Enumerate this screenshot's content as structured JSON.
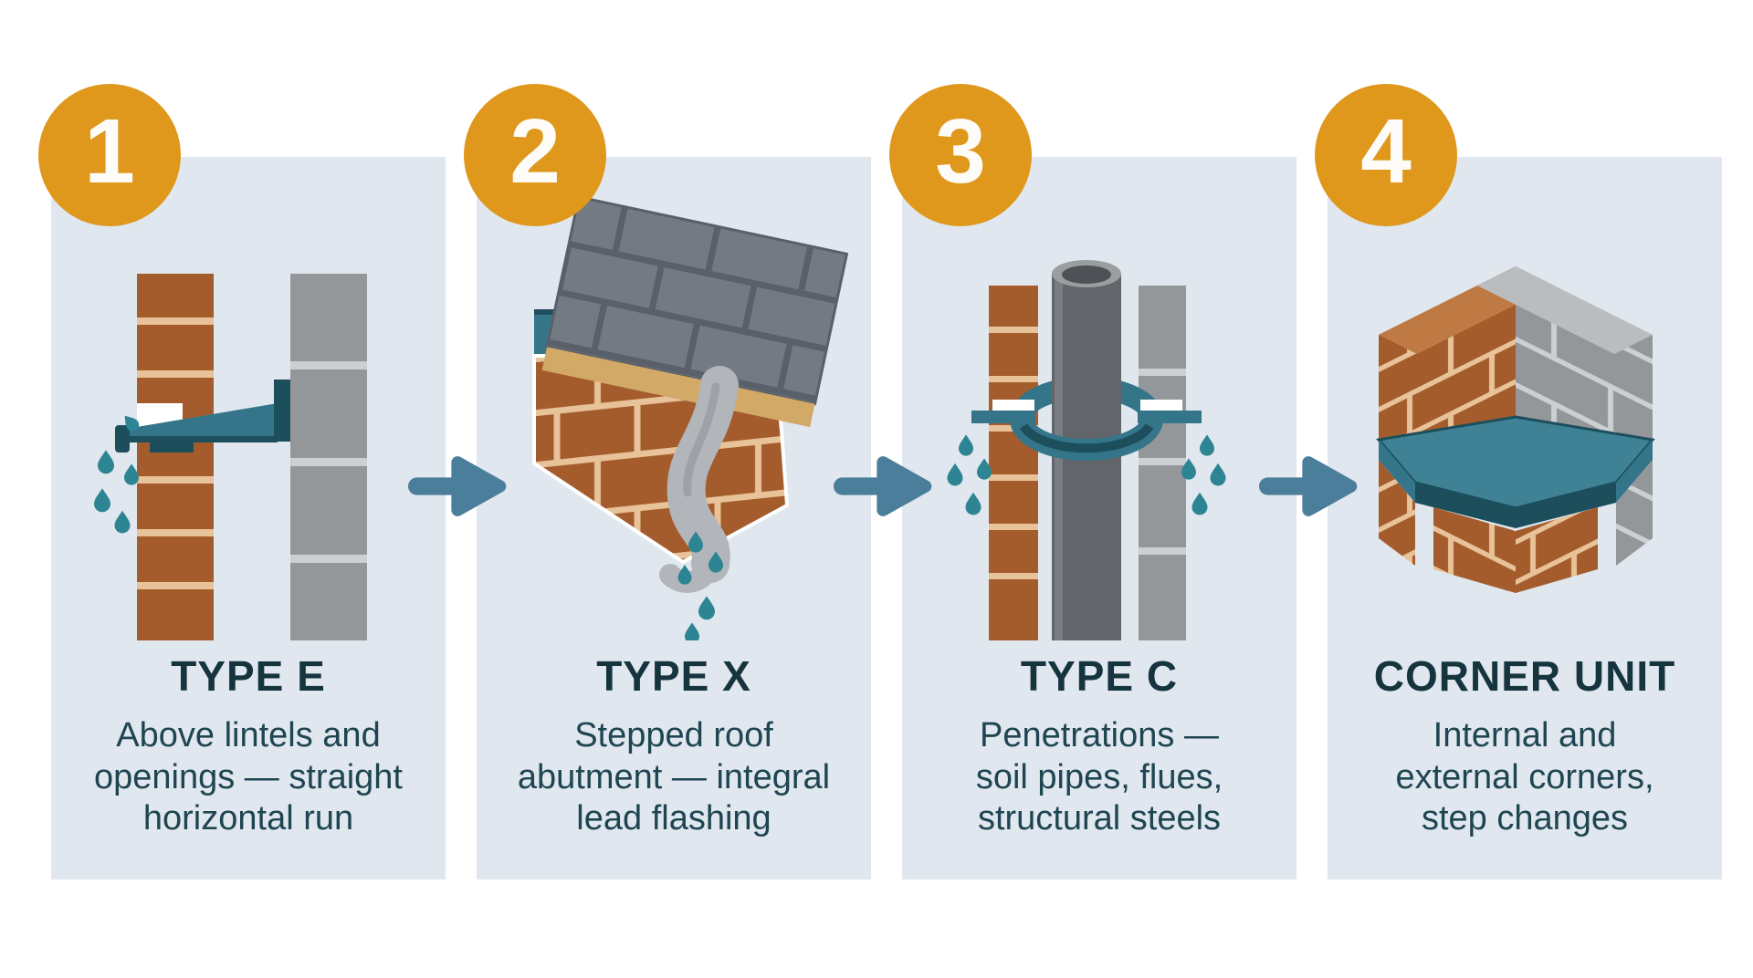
{
  "figure": {
    "kind": "process-infographic",
    "step_count": 4,
    "separator_icon": "arrow-right-icon"
  },
  "palette": {
    "panel-bg": "#e0e7ee",
    "orange": "#df971c",
    "badge-text": "#fdfcf8",
    "title-color": "#16343e",
    "body-color": "#1e4551",
    "arrow": "#4a7e9b",
    "brick": "#a45c2d",
    "brick-top": "#bf7a43",
    "brick-mortar": "#e8c298",
    "block": "#94979a",
    "block-top": "#babdc0",
    "block-mortar": "#cdd0d3",
    "teal": "#34758a",
    "teal-top": "#3f8296",
    "teal-dark": "#1d4e5b",
    "drip": "#2d8493",
    "slate": "#737a83",
    "slate-dark": "#5a6069",
    "tan": "#d2a966",
    "flash": "#b2b6ba",
    "flash-dark": "#8e9297",
    "pipe": "#626569",
    "pipe-light": "#7a7d81",
    "pipe-rim": "#9b9ea1",
    "pipe-inner": "#4e5155"
  },
  "steps": [
    {
      "number": "1",
      "title": "TYPE E",
      "description": "Above lintels and\nopenings — straight\nhorizontal run",
      "illustration": "straight cavity tray between brick and block wall, water drips"
    },
    {
      "number": "2",
      "title": "TYPE X",
      "description": "Stepped roof\nabutment — integral\nlead flashing",
      "illustration": "stepped brick abutment with cavity tray, slate roof and lead flashing drip"
    },
    {
      "number": "3",
      "title": "TYPE C",
      "description": "Penetrations —\nsoil pipes, flues,\nstructural steels",
      "illustration": "collar tray around pipe penetration between brick and block wall"
    },
    {
      "number": "4",
      "title": "CORNER UNIT",
      "description": "Internal and\nexternal corners,\nstep changes",
      "illustration": "isometric corner cavity tray between brick and block masonry"
    }
  ]
}
